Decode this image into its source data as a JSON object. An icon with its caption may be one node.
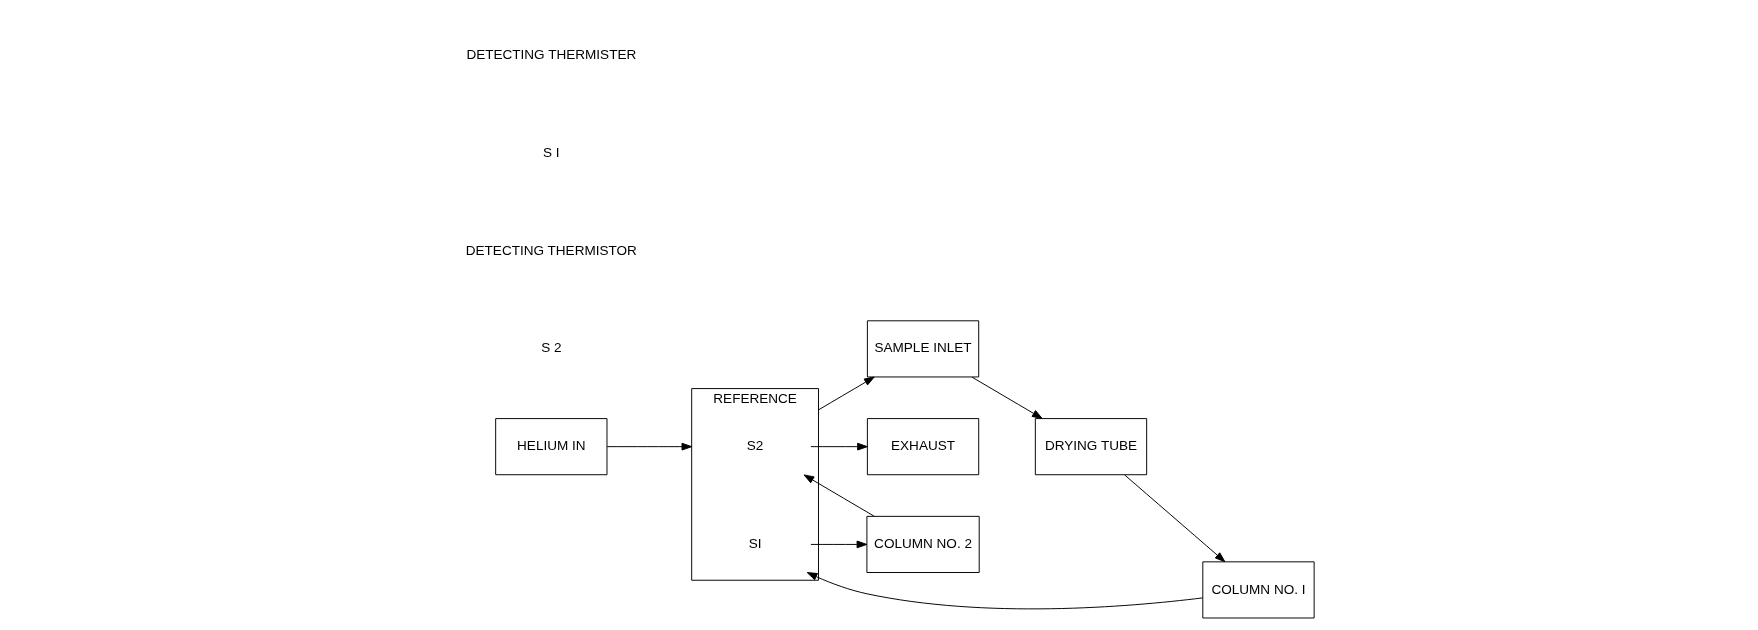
{
  "diagram": {
    "nodes": [
      {
        "text": [
          "HELIUM IN"
        ]
      },
      {
        "text": [
          "REFERENCE"
        ]
      },
      {
        "text": [
          "S2"
        ],
        "in": 1
      },
      {
        "text": [
          "SI"
        ],
        "in": 1
      },
      {
        "text": [
          "SAMPLE INLET"
        ]
      },
      {
        "text": [
          "DRYING TUBE"
        ]
      },
      {
        "text": [
          "COLUMN NO. I"
        ]
      },
      {
        "text": [
          "EXHAUST"
        ]
      },
      {
        "text": [
          "COLUMN NO. 2"
        ]
      }
    ],
    "edges": [
      {
        "from": 0,
        "to": 1,
        "arrow": "to"
      },
      {
        "from": 1,
        "to": 4,
        "arrow": "to"
      },
      {
        "from": 4,
        "to": 5,
        "arrow": "to"
      },
      {
        "from": 5,
        "to": 6,
        "arrow": "to"
      },
      {
        "from": 6,
        "to": 3,
        "arrow": "to"
      },
      {
        "from": 3,
        "to": 8,
        "arrow": "to"
      },
      {
        "from": 8,
        "to": 2,
        "arrow": "to"
      },
      {
        "from": 2,
        "to": 7,
        "arrow": "to"
      }
    ],
    "labels": [
      "S I",
      "DETECTING THERMISTER",
      "S 2",
      "DETECTING THERMISTOR"
    ]
  }
}
